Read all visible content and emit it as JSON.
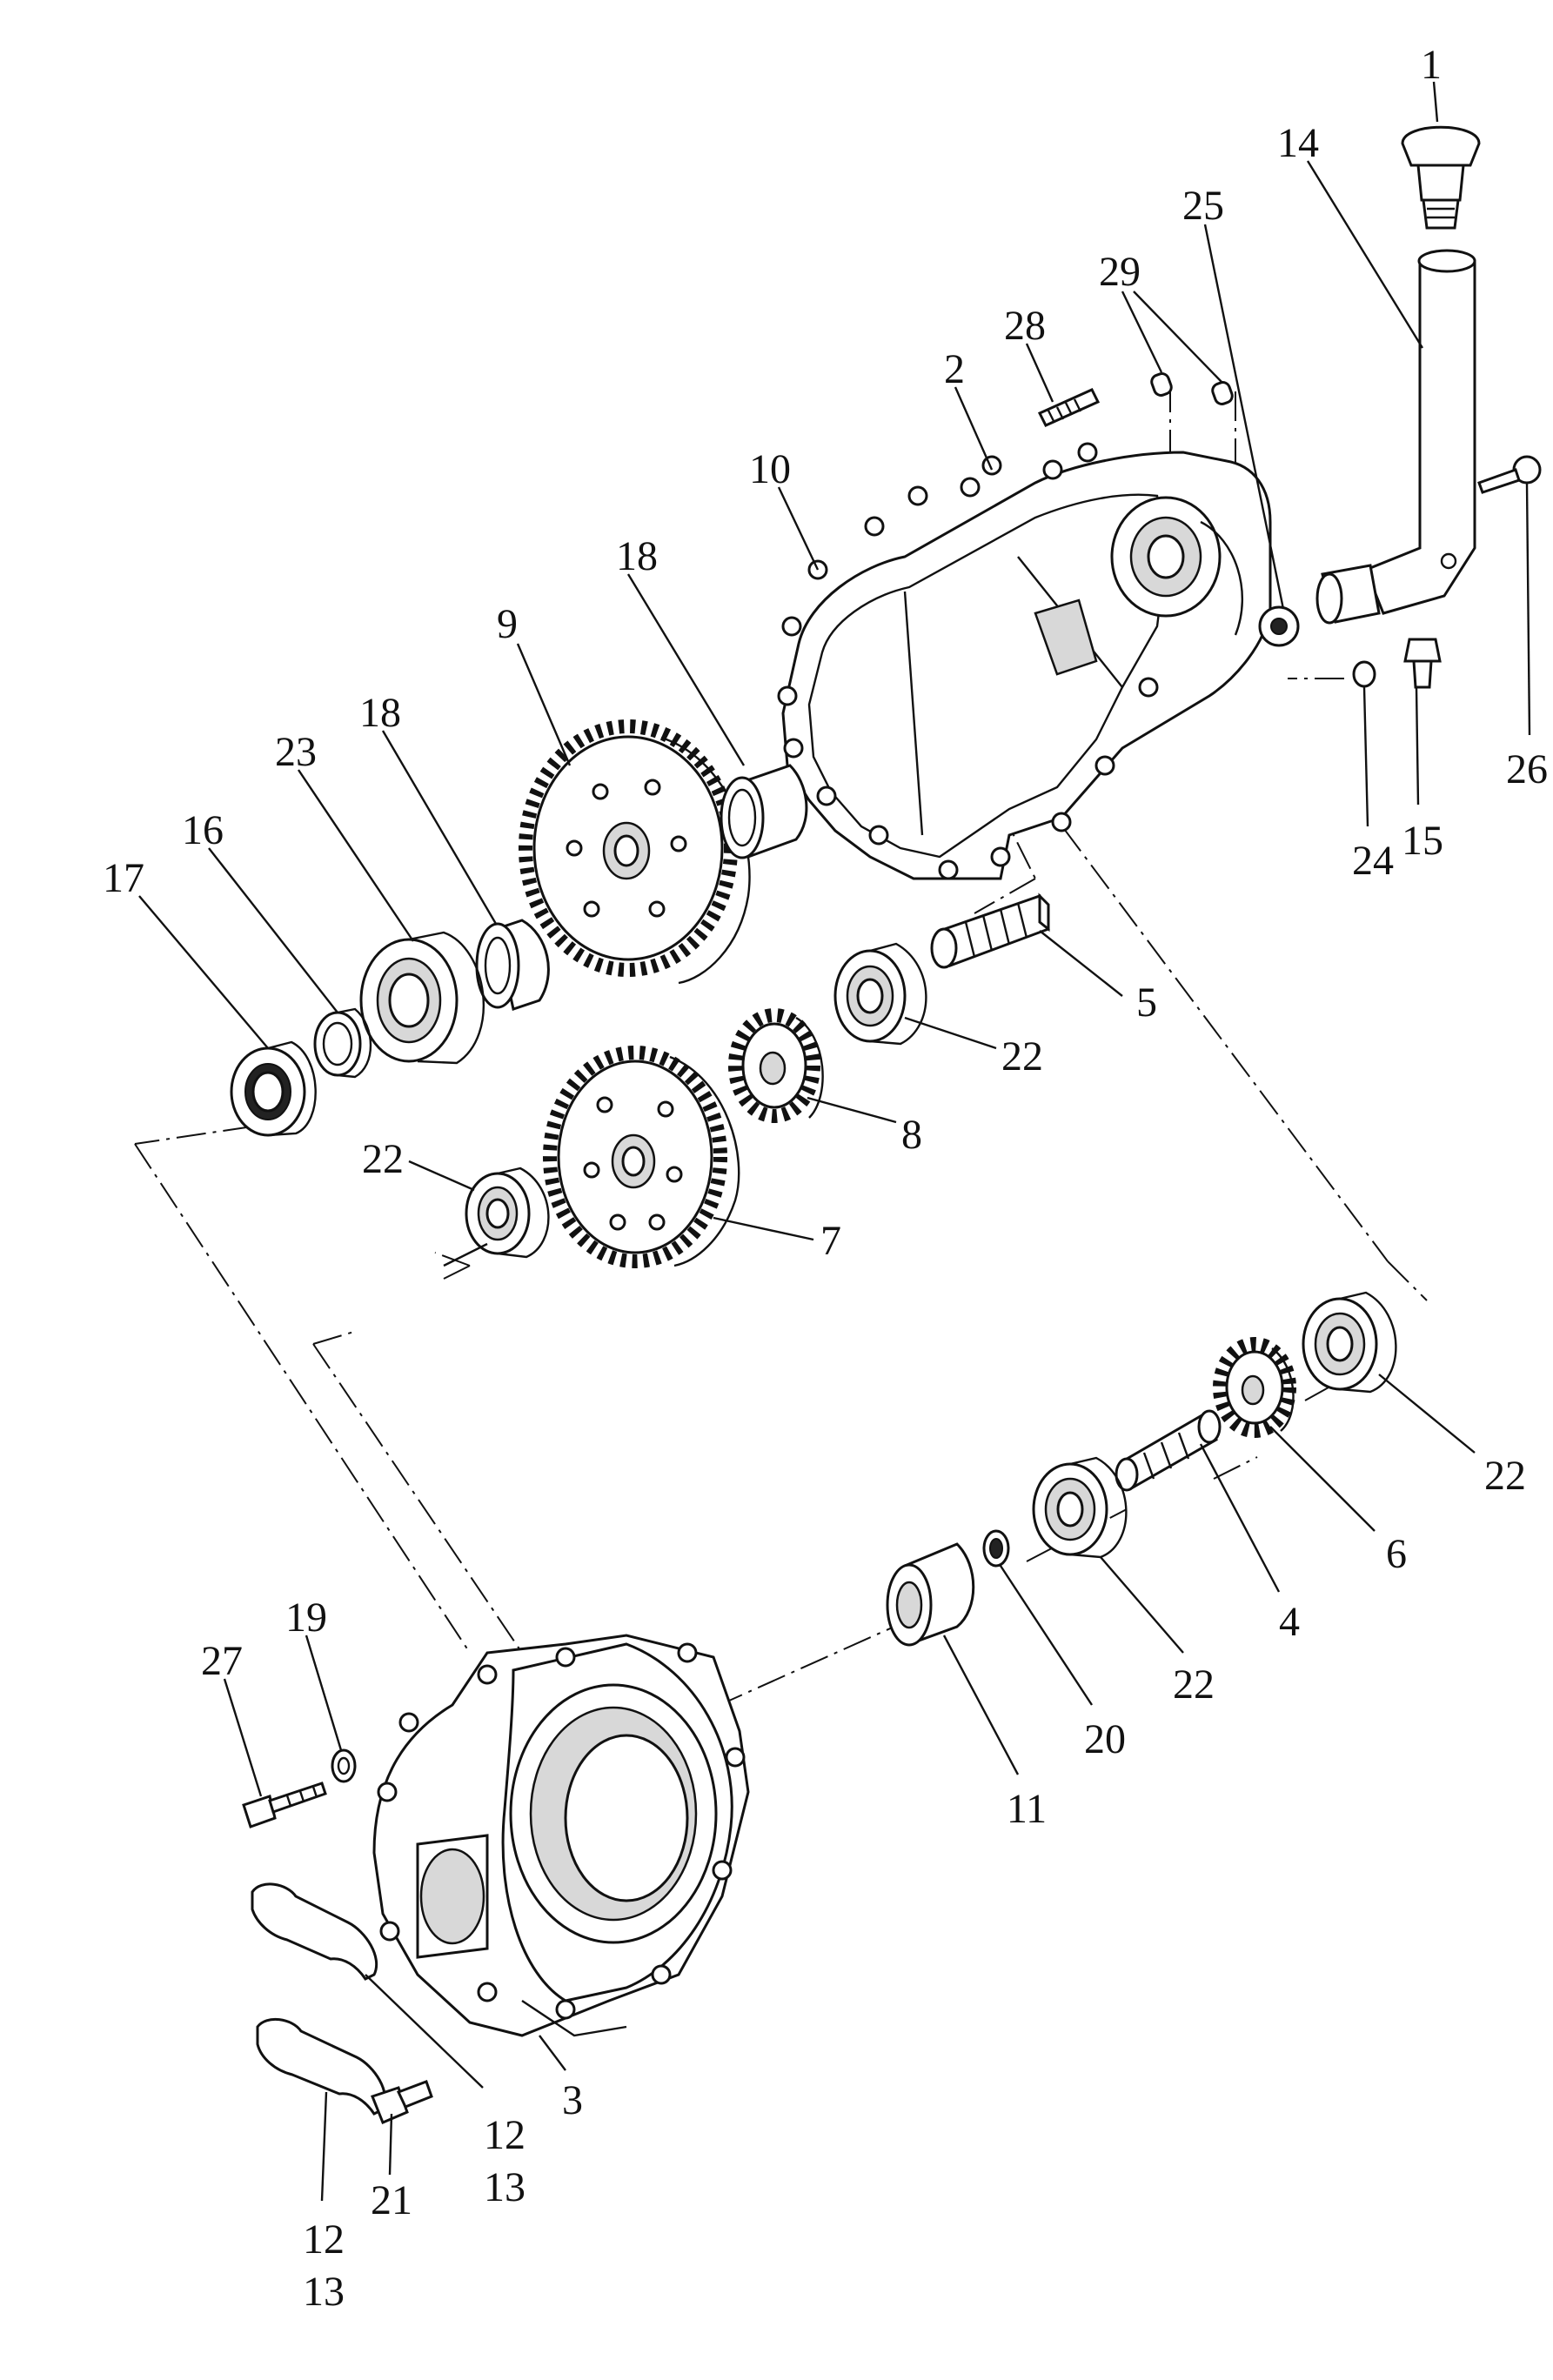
{
  "diagram": {
    "callouts": [
      {
        "key": "c1",
        "text": "1"
      },
      {
        "key": "c14",
        "text": "14"
      },
      {
        "key": "c25",
        "text": "25"
      },
      {
        "key": "c29",
        "text": "29"
      },
      {
        "key": "c28",
        "text": "28"
      },
      {
        "key": "c2",
        "text": "2"
      },
      {
        "key": "c10",
        "text": "10"
      },
      {
        "key": "c18a",
        "text": "18"
      },
      {
        "key": "c9",
        "text": "9"
      },
      {
        "key": "c18b",
        "text": "18"
      },
      {
        "key": "c23",
        "text": "23"
      },
      {
        "key": "c16",
        "text": "16"
      },
      {
        "key": "c17",
        "text": "17"
      },
      {
        "key": "c26",
        "text": "26"
      },
      {
        "key": "c15",
        "text": "15"
      },
      {
        "key": "c24",
        "text": "24"
      },
      {
        "key": "c5",
        "text": "5"
      },
      {
        "key": "c22a",
        "text": "22"
      },
      {
        "key": "c8",
        "text": "8"
      },
      {
        "key": "c22b",
        "text": "22"
      },
      {
        "key": "c7",
        "text": "7"
      },
      {
        "key": "c22c",
        "text": "22"
      },
      {
        "key": "c6",
        "text": "6"
      },
      {
        "key": "c4",
        "text": "4"
      },
      {
        "key": "c22d",
        "text": "22"
      },
      {
        "key": "c20",
        "text": "20"
      },
      {
        "key": "c11",
        "text": "11"
      },
      {
        "key": "c27",
        "text": "27"
      },
      {
        "key": "c19",
        "text": "19"
      },
      {
        "key": "c3",
        "text": "3"
      },
      {
        "key": "c12a",
        "text": "12"
      },
      {
        "key": "c13a",
        "text": "13"
      },
      {
        "key": "c21",
        "text": "21"
      },
      {
        "key": "c12b",
        "text": "12"
      },
      {
        "key": "c13b",
        "text": "13"
      }
    ]
  }
}
